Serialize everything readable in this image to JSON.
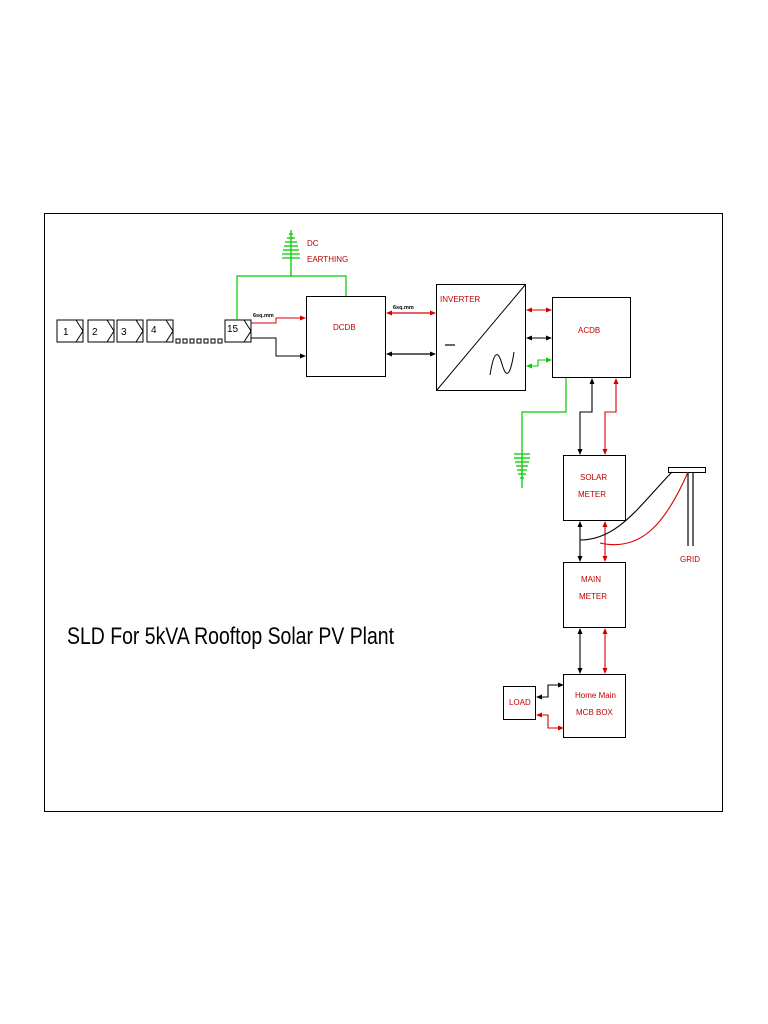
{
  "diagram": {
    "title": "SLD For 5kVA Rooftop Solar PV Plant",
    "panels": [
      "1",
      "2",
      "3",
      "4",
      "15"
    ],
    "dc_earthing": {
      "line1": "DC",
      "line2": "EARTHING"
    },
    "cable_labels": {
      "panel_to_dcdb": "6sq.mm",
      "dcdb_to_inverter": "6sq.mm"
    },
    "blocks": {
      "dcdb": "DCDB",
      "inverter": "INVERTER",
      "acdb": "ACDB",
      "solar_meter": {
        "line1": "SOLAR",
        "line2": "METER"
      },
      "main_meter": {
        "line1": "MAIN",
        "line2": "METER"
      },
      "home_mcb": {
        "line1": "Home Main",
        "line2": "MCB BOX"
      },
      "load": "LOAD"
    },
    "grid": "GRID",
    "colors": {
      "ac_live": "#d40000",
      "dc_earth": "#00cc00",
      "neutral": "#000000",
      "label_red": "#c00000"
    }
  }
}
